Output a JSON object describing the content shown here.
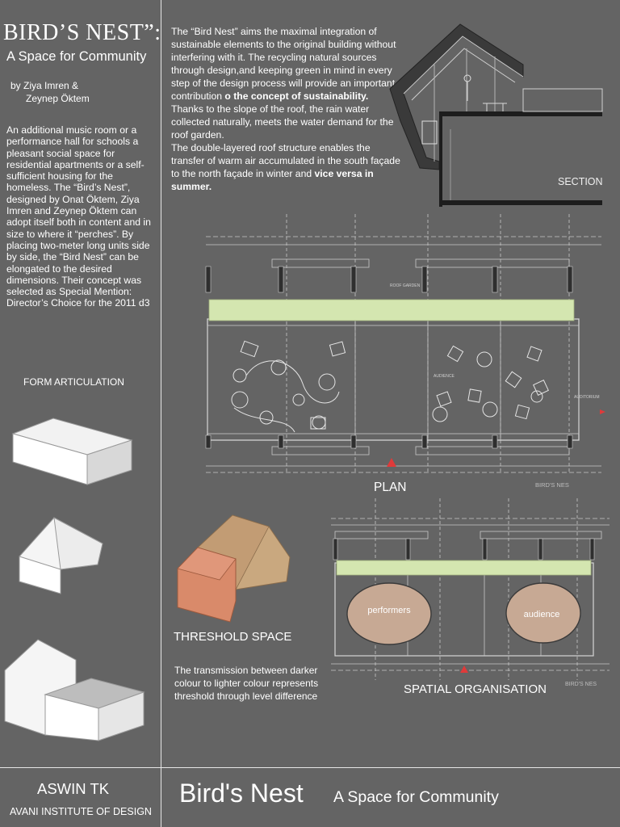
{
  "title": "BIRD’S NEST”:",
  "subtitle": "A Space for Community",
  "authors": {
    "line1": "by Ziya Imren &",
    "line2": "Zeynep Öktem"
  },
  "intro": "An additional music room or a performance hall for schools a pleasant social space for residential apartments or a self-sufficient housing for the homeless. The “Bird’s Nest”, designed by Onat Öktem, Ziya Imren and Zeynep Öktem can adopt itself both in content and in size to where it “perches”. By placing two-meter long units side by side, the “Bird Nest” can be elongated to the desired dimensions. Their concept was selected as Special Mention: Director’s Choice for the 2011 d3",
  "form_articulation_label": "FORM ARTICULATION",
  "description": {
    "p1": "The “Bird Nest” aims the maximal integration of sustainable elements to the original building without interfering with it. The recycling natural sources through design,and keeping green in mind in every step of the design process will provide an important contribution",
    "p1_bold": "o the concept of sustainability.",
    "p2": "Thanks to the slope of the roof, the rain water collected naturally, meets the water demand for the roof garden.",
    "p3": "The double-layered roof structure enables the transfer of warm air accumulated in the south façade to the north façade in winter and",
    "p3_bold": "vice versa in summer."
  },
  "section_label": "SECTION",
  "plan_label": "PLAN",
  "plan_watermark": "BIRD'S NES",
  "threshold_label": "THRESHOLD SPACE",
  "threshold_text": "The transmission between darker colour to lighter colour represents threshold through level difference",
  "spatial_label": "SPATIAL ORGANISATION",
  "zones": {
    "performers": "performers",
    "audience": "audience"
  },
  "footer": {
    "name": "ASWIN TK",
    "school": "AVANI INSTITUTE OF DESIGN",
    "title": "Bird's Nest",
    "subtitle": "A Space for Community"
  },
  "colors": {
    "background": "#646464",
    "garden_strip": "#d4e6b0",
    "zone_fill": "#c7a994",
    "threshold_dark": "#d98a6a",
    "threshold_light": "#c9a87f"
  }
}
